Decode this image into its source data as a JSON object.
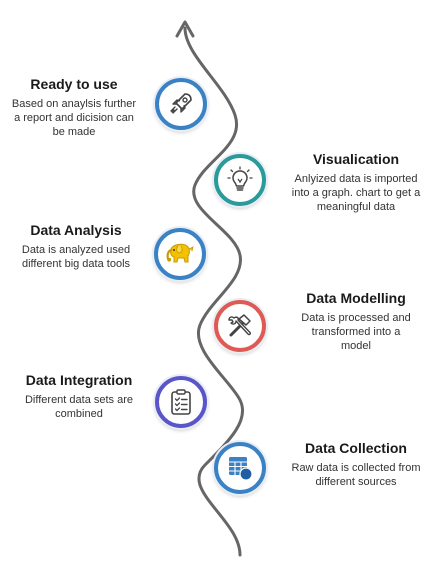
{
  "stages": [
    {
      "id": "ready",
      "title": "Ready to use",
      "description_lines": [
        "Based on anaylsis further",
        "a report and dicision can",
        "be made"
      ],
      "icon": "rocket-icon",
      "color": "#3b82c4"
    },
    {
      "id": "visualication",
      "title": "Visualication",
      "description_lines": [
        "Anlyized data is imported",
        "into a graph. chart to get a",
        "meaningful data"
      ],
      "icon": "lightbulb-icon",
      "color": "#2a9a9a"
    },
    {
      "id": "analysis",
      "title": "Data Analysis",
      "description_lines": [
        "Data is analyzed used",
        "different big data tools"
      ],
      "icon": "elephant-icon",
      "color": "#3b82c4"
    },
    {
      "id": "modelling",
      "title": "Data Modelling",
      "description_lines": [
        "Data is processed and",
        "transformed into a",
        "model"
      ],
      "icon": "tools-icon",
      "color": "#e05a55"
    },
    {
      "id": "integration",
      "title": "Data Integration",
      "description_lines": [
        "Different data sets are",
        "combined"
      ],
      "icon": "checklist-icon",
      "color": "#5a55c8"
    },
    {
      "id": "collection",
      "title": "Data Collection",
      "description_lines": [
        "Raw data is collected from",
        "different sources"
      ],
      "icon": "database-icon",
      "color": "#3b82c4"
    }
  ]
}
